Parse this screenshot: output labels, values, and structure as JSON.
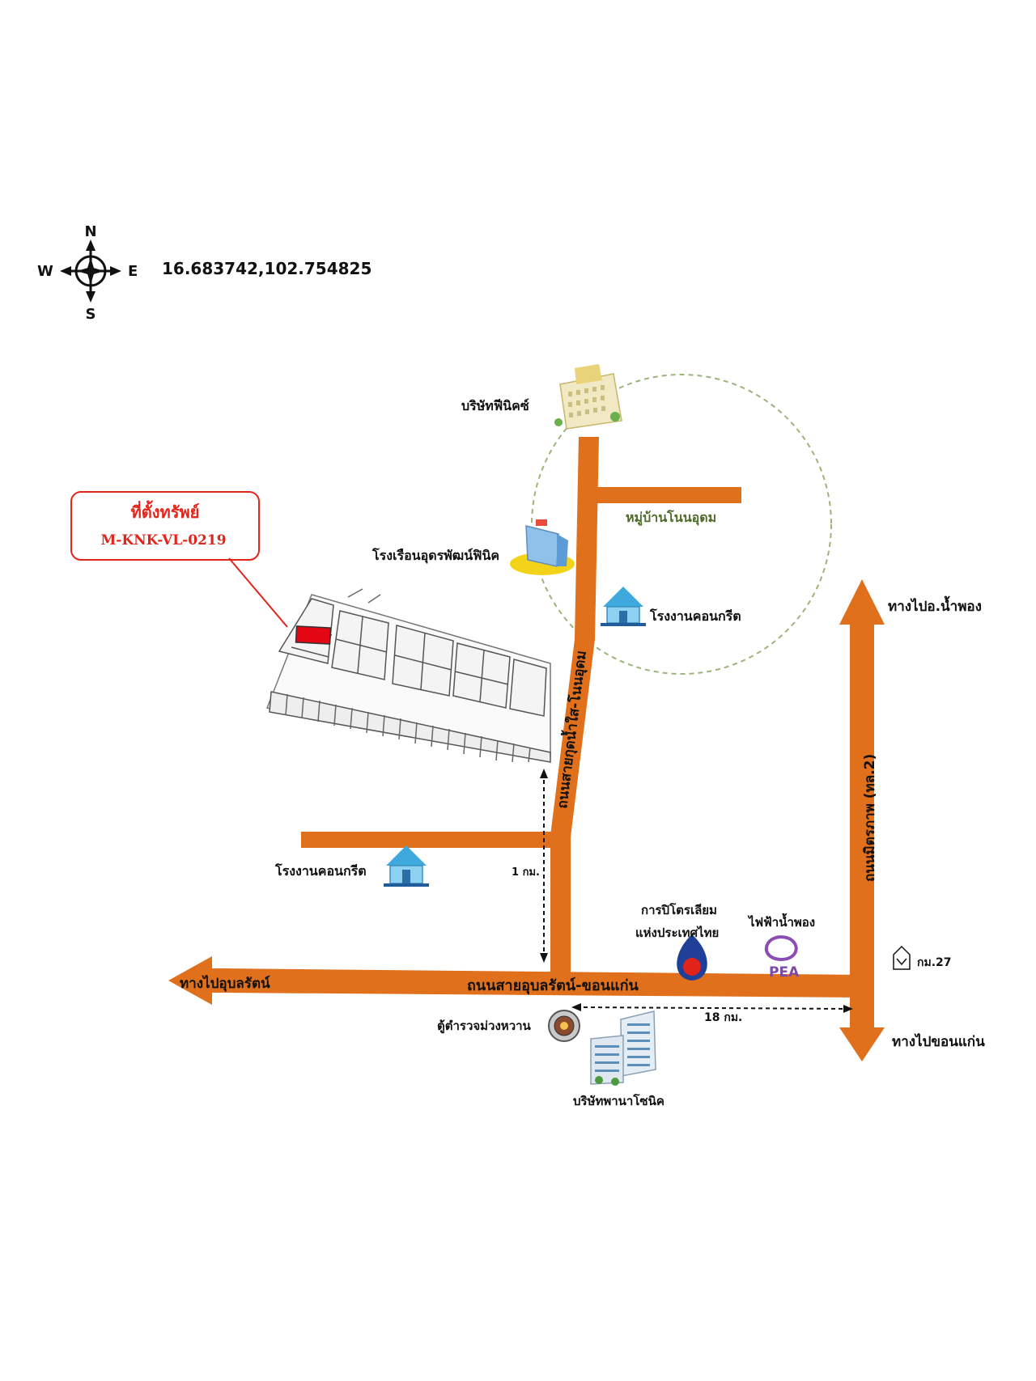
{
  "compass": {
    "north": "N",
    "south": "S",
    "east": "E",
    "west": "W"
  },
  "coordinates": "16.683742,102.754825",
  "property": {
    "title": "ที่ตั้งทรัพย์",
    "code": "M-KNK-VL-0219"
  },
  "landmarks": {
    "phoenix_company": "บริษัทฟีนิคซ์",
    "village": "หมู่บ้านโนนอุดม",
    "hotel": "โรงเรือนอุดรพัฒน์ฟินิค",
    "concrete_factory_north": "โรงงานคอนกรีต",
    "concrete_factory_south": "โรงงานคอนกรีต",
    "ptt_line1": "การปิโตรเลียม",
    "ptt_line2": "แห่งประเทศไทย",
    "pea_office": "ไฟฟ้าน้ำพอง",
    "pea_logo": "PEA",
    "police_box": "ตู้ตำรวจม่วงหวาน",
    "panasonic": "บริษัทพานาโซนิค"
  },
  "roads": {
    "vertical_local": "ถนนสายกุดน้ำใส-โนนอุดม",
    "main_horizontal": "ถนนสายอุบลรัตน์-ขอนแก่น",
    "mittraphap": "ถนนมิตรภาพ (ทล.2)"
  },
  "directions": {
    "to_namphong": "ทางไปอ.น้ำพอง",
    "to_ubolrat": "ทางไปอุบลรัตน์",
    "to_khonkaen": "ทางไปขอนแก่น"
  },
  "distances": {
    "local": "1 กม.",
    "main": "18 กม.",
    "km_marker": "กม.27"
  },
  "colors": {
    "road": "#e0701c",
    "callout": "#e1251b",
    "plot": "#e30613",
    "village_circle": "#9cb37a"
  }
}
